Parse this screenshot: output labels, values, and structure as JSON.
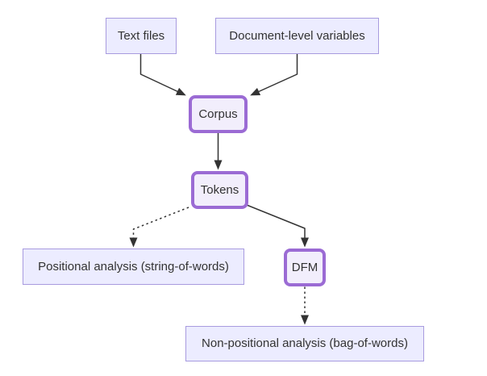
{
  "diagram": {
    "type": "flowchart",
    "direction": "top-down",
    "colors": {
      "background": "#ffffff",
      "node_fill": "#ececff",
      "node_border": "#a89bdf",
      "highlight_fill": "#f2eefc",
      "highlight_border": "#9b6bd4",
      "edge": "#333333",
      "text": "#333333"
    },
    "nodes": [
      {
        "id": "text-files",
        "label": "Text files",
        "style": "default"
      },
      {
        "id": "doc-vars",
        "label": "Document-level variables",
        "style": "default"
      },
      {
        "id": "corpus",
        "label": "Corpus",
        "style": "highlight"
      },
      {
        "id": "tokens",
        "label": "Tokens",
        "style": "highlight"
      },
      {
        "id": "positional",
        "label": "Positional analysis (string-of-words)",
        "style": "default"
      },
      {
        "id": "dfm",
        "label": "DFM",
        "style": "highlight"
      },
      {
        "id": "non-positional",
        "label": "Non-positional analysis (bag-of-words)",
        "style": "default"
      }
    ],
    "edges": [
      {
        "from": "text-files",
        "to": "corpus",
        "line": "solid",
        "arrow": "filled-triangle"
      },
      {
        "from": "doc-vars",
        "to": "corpus",
        "line": "solid",
        "arrow": "filled-triangle"
      },
      {
        "from": "corpus",
        "to": "tokens",
        "line": "solid",
        "arrow": "filled-triangle"
      },
      {
        "from": "tokens",
        "to": "positional",
        "line": "dotted",
        "arrow": "filled-triangle"
      },
      {
        "from": "tokens",
        "to": "dfm",
        "line": "solid",
        "arrow": "filled-triangle"
      },
      {
        "from": "dfm",
        "to": "non-positional",
        "line": "dotted",
        "arrow": "filled-triangle"
      }
    ]
  }
}
